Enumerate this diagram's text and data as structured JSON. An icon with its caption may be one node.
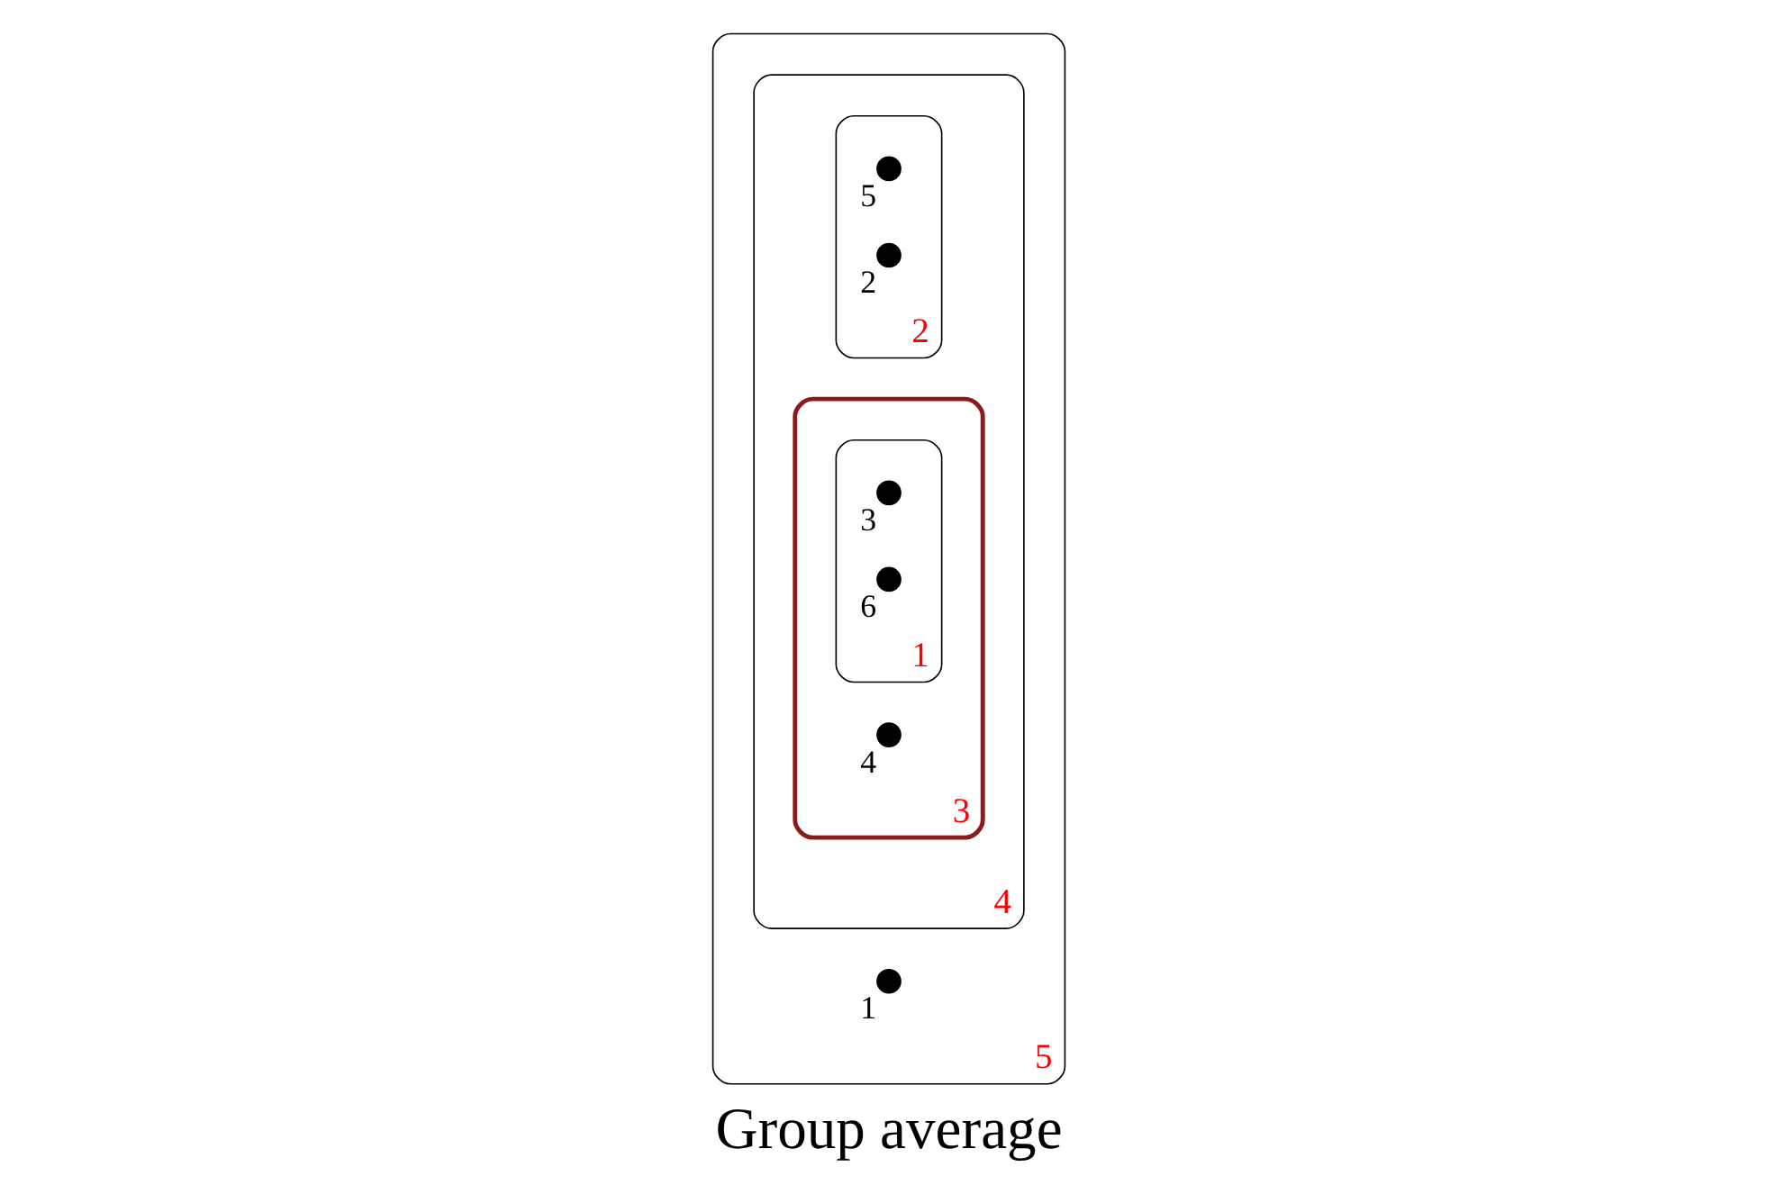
{
  "diagram": {
    "title": "Group average",
    "nodes": [
      {
        "text": [
          "5"
        ]
      },
      {
        "text": [],
        "shape": "circle",
        "beside": [
          "1"
        ],
        "in": 0
      },
      {
        "text": [
          "4"
        ],
        "in": 0
      },
      {
        "text": [
          "2"
        ],
        "in": 2
      },
      {
        "text": [],
        "shape": "circle",
        "beside": [
          "5"
        ],
        "in": 3
      },
      {
        "text": [],
        "shape": "circle",
        "beside": [
          "2"
        ],
        "in": 3
      },
      {
        "text": [
          "3"
        ],
        "in": 2
      },
      {
        "text": [
          "1"
        ],
        "in": 6
      },
      {
        "text": [],
        "shape": "circle",
        "beside": [
          "3"
        ],
        "in": 7
      },
      {
        "text": [],
        "shape": "circle",
        "beside": [
          "6"
        ],
        "in": 7
      },
      {
        "text": [],
        "shape": "circle",
        "beside": [
          "4"
        ],
        "in": 6
      }
    ]
  }
}
